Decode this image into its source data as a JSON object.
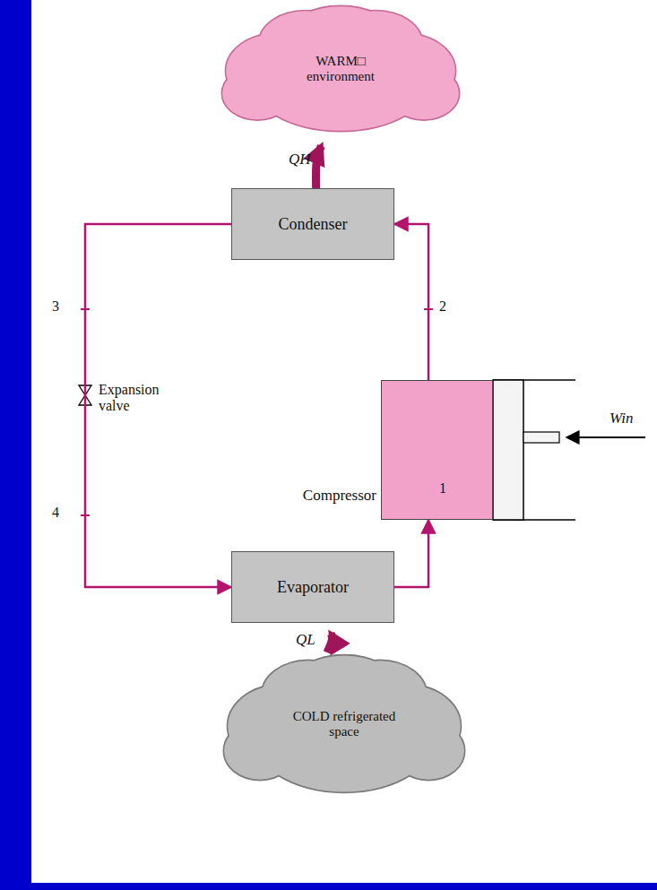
{
  "diagram": {
    "nodes": [
      {
        "text": [
          "WARM□ environment"
        ]
      },
      {
        "text": [
          "Condenser"
        ]
      },
      {
        "text": [
          "Compressor"
        ]
      },
      {
        "text": [
          "Evaporator"
        ]
      },
      {
        "text": [
          "COLD refrigerated space"
        ]
      }
    ],
    "edges": [
      {
        "from": 1,
        "to": 3,
        "arrow": "to"
      },
      {
        "from": 3,
        "to": 2,
        "arrow": "to"
      },
      {
        "from": 2,
        "to": 1,
        "arrow": "to"
      },
      {
        "from": 1,
        "to": 0,
        "label": "QH",
        "arrow": "to"
      },
      {
        "from": 4,
        "to": 3,
        "label": "QL",
        "arrow": "to"
      }
    ],
    "labels": [
      "3",
      "4",
      "Expansion valve",
      "2",
      "1",
      "Win"
    ]
  }
}
